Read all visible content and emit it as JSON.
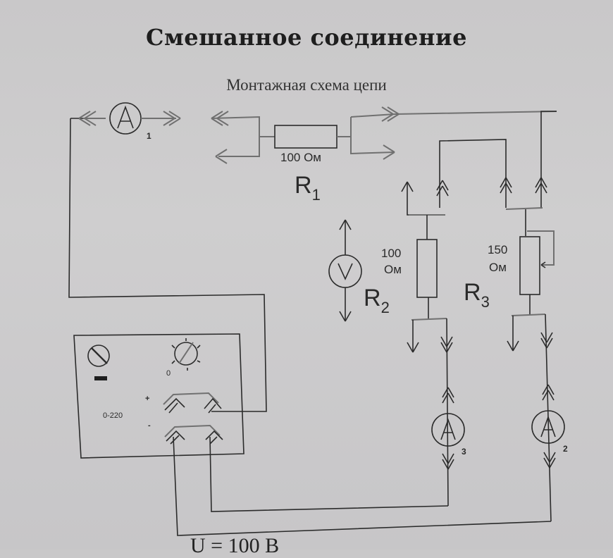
{
  "title": "Смешанное соединение",
  "subtitle": "Монтажная схема цепи",
  "components": {
    "R1": {
      "label": "R",
      "index": "1",
      "value": "100 Ом"
    },
    "R2": {
      "label": "R",
      "index": "2",
      "value_num": "100",
      "value_unit": "Ом"
    },
    "R3": {
      "label": "R",
      "index": "3",
      "value_num": "150",
      "value_unit": "Ом"
    },
    "ammeter1": {
      "symbol": "A",
      "index": "1"
    },
    "ammeter2": {
      "symbol": "A",
      "index": "2"
    },
    "ammeter3": {
      "symbol": "A",
      "index": "3"
    },
    "voltmeter": {
      "symbol": "V"
    }
  },
  "power_supply": {
    "range_label": "0-220",
    "knob_zero_label": "0",
    "plus_label": "+",
    "minus_label": "-"
  },
  "bottom_text": "U = 100 В",
  "colors": {
    "line": "#2b2b2b",
    "paper": "#cbcacb"
  }
}
